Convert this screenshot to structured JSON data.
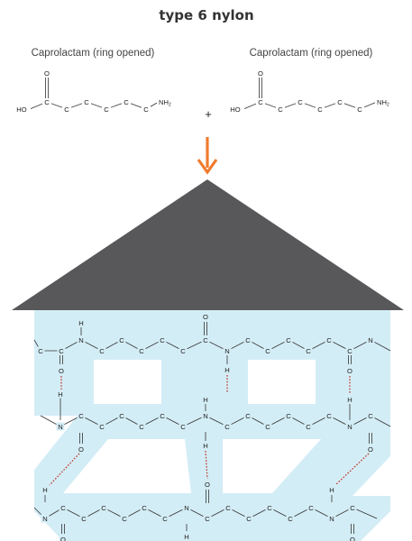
{
  "title": "type 6 nylon",
  "monomers": [
    {
      "label": "Caprolactam (ring opened)",
      "oh": "HO",
      "o": "O",
      "nh": "NH",
      "nh_sub": "2",
      "carbon": "C"
    },
    {
      "label": "Caprolactam (ring opened)",
      "oh": "HO",
      "o": "O",
      "nh": "NH",
      "nh_sub": "2",
      "carbon": "C"
    }
  ],
  "operator": "+",
  "polymer": {
    "n": "N",
    "c": "C",
    "o": "O",
    "h": "H"
  },
  "colors": {
    "arrow": "#f07b30",
    "roof": "#58585a",
    "house_fill": "#d3edf6",
    "hydrogen_bond": "#c0392b",
    "bond_line": "#333333"
  }
}
